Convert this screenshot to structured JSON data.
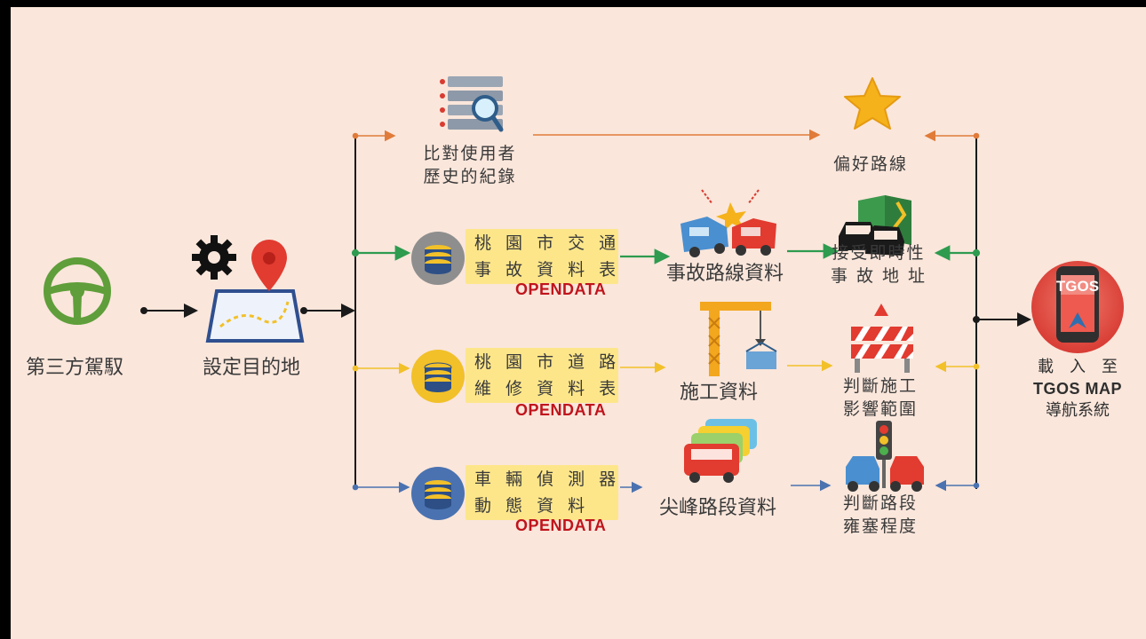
{
  "start": {
    "driver_label": "第三方駕馭",
    "destination_label": "設定目的地"
  },
  "branches": {
    "history": {
      "source_line1": "比對使用者",
      "source_line2": "歷史的紀錄",
      "result_label": "偏好路線"
    },
    "accident": {
      "db_line1": "桃 園 市 交 通",
      "db_line2": "事 故 資 料 表",
      "tag": "OPENDATA",
      "data_label": "事故路線資料",
      "result_line1": "接受即時性",
      "result_line2": "事 故 地 址"
    },
    "roadwork": {
      "db_line1": "桃 園 市 道 路",
      "db_line2": "維 修 資 料 表",
      "tag": "OPENDATA",
      "data_label": "施工資料",
      "result_line1": "判斷施工",
      "result_line2": "影響範圍"
    },
    "detector": {
      "db_line1": "車 輛 偵 測 器",
      "db_line2": "動   態   資   料",
      "tag": "OPENDATA",
      "data_label": "尖峰路段資料",
      "result_line1": "判斷路段",
      "result_line2": "雍塞程度"
    }
  },
  "output": {
    "app_badge": "TGOS",
    "line1": "載　入　至",
    "line2": "TGOS MAP",
    "line3": "導航系統"
  },
  "colors": {
    "background": "#fae6db",
    "history_line": "#e07b39",
    "accident_line": "#2e9b4f",
    "roadwork_line": "#f2c029",
    "detector_line": "#4a72b0",
    "opendata_red": "#c0141c",
    "highlight": "#fde68a"
  },
  "icons": [
    "steering-wheel-icon",
    "map-pin-icon",
    "gear-icon",
    "search-list-icon",
    "star-icon",
    "database-icon",
    "car-crash-icon",
    "map-accident-icon",
    "crane-icon",
    "roadblock-icon",
    "cars-icon",
    "traffic-light-icon",
    "tgos-phone-icon"
  ]
}
